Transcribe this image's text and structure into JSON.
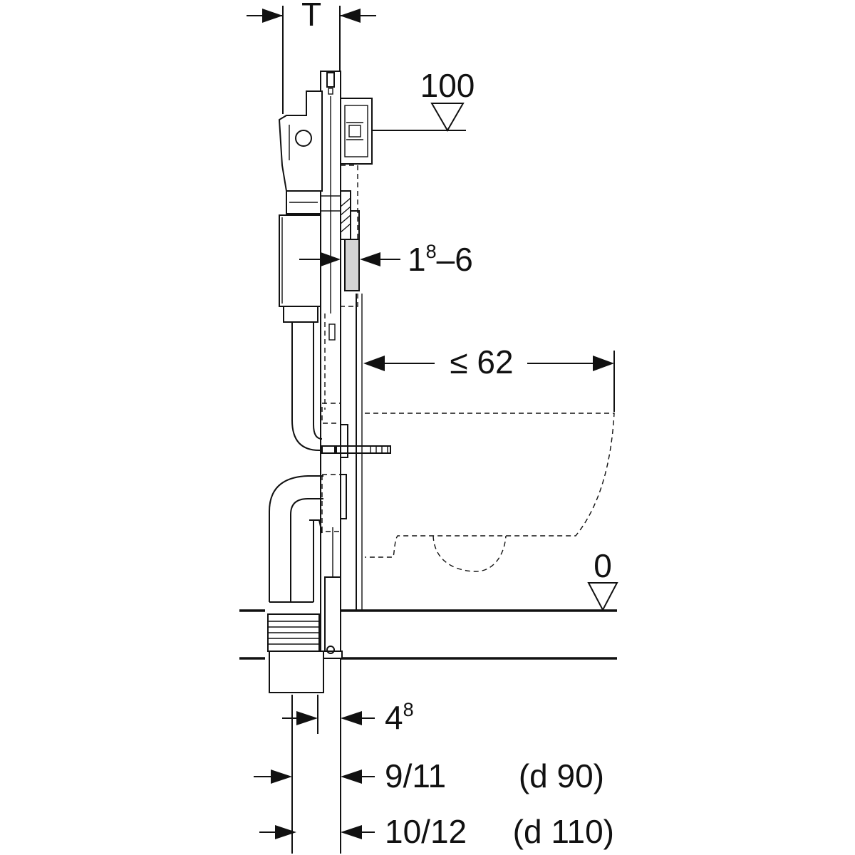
{
  "diagram": {
    "depth_label": "T",
    "level_100": "100",
    "level_0": "0",
    "wall_thickness": {
      "main": "1",
      "sup": "8",
      "rest": "–6"
    },
    "max_projection": "≤ 62",
    "offset_small": {
      "main": "4",
      "sup": "8"
    },
    "offset_d90": {
      "value": "9/11",
      "pipe": "(d 90)"
    },
    "offset_d110": {
      "value": "10/12",
      "pipe": "(d 110)"
    }
  },
  "colors": {
    "ink": "#111111",
    "board": "#d4d4d4",
    "paper": "#ffffff"
  }
}
